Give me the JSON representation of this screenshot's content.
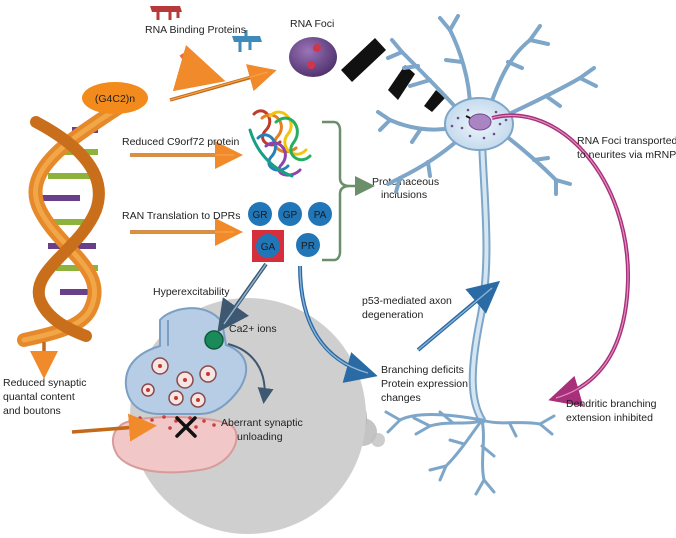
{
  "labels": {
    "rna_binding_proteins": "RNA Binding Proteins",
    "rna_foci": "RNA Foci",
    "g4c2n": "(G4C2)n",
    "reduced_c9orf72": "Reduced C9orf72 protein",
    "ran_translation": "RAN Translation to DPRs",
    "proteinaceous_line1": "Proteinaceous",
    "proteinaceous_line2": "inclusions",
    "hyperexcitability": "Hyperexcitability",
    "ca_ions": "Ca2+ ions",
    "aberrant_line1": "Aberrant synaptic",
    "aberrant_line2": "unloading",
    "reduced_synaptic_line1": "Reduced synaptic",
    "reduced_synaptic_line2": "quantal content",
    "reduced_synaptic_line3": "and boutons",
    "p53_line1": "p53-mediated axon",
    "p53_line2": "degeneration",
    "branching_line1": "Branching deficits",
    "branching_line2": "Protein expression",
    "branching_line3": "changes",
    "foci_transport_line1": "RNA Foci transported",
    "foci_transport_line2": "to neurites via mRNP",
    "dendritic_line1": "Dendritic branching",
    "dendritic_line2": "extension inhibited"
  },
  "dprs": [
    "GR",
    "GP",
    "PA",
    "GA",
    "PR"
  ],
  "colors": {
    "orange_arrow": "#f08a2a",
    "dpr_blue": "#2176b8",
    "ga_highlight": "#d62f3c",
    "neuron_fill": "#d5e6f2",
    "neuron_stroke": "#7ea6c9",
    "magenta_arrow": "#a8307a",
    "blue_arrow": "#2a6aa5",
    "synapse_bg": "#cfcfcf",
    "foci_purple": "#6e4a8e"
  }
}
